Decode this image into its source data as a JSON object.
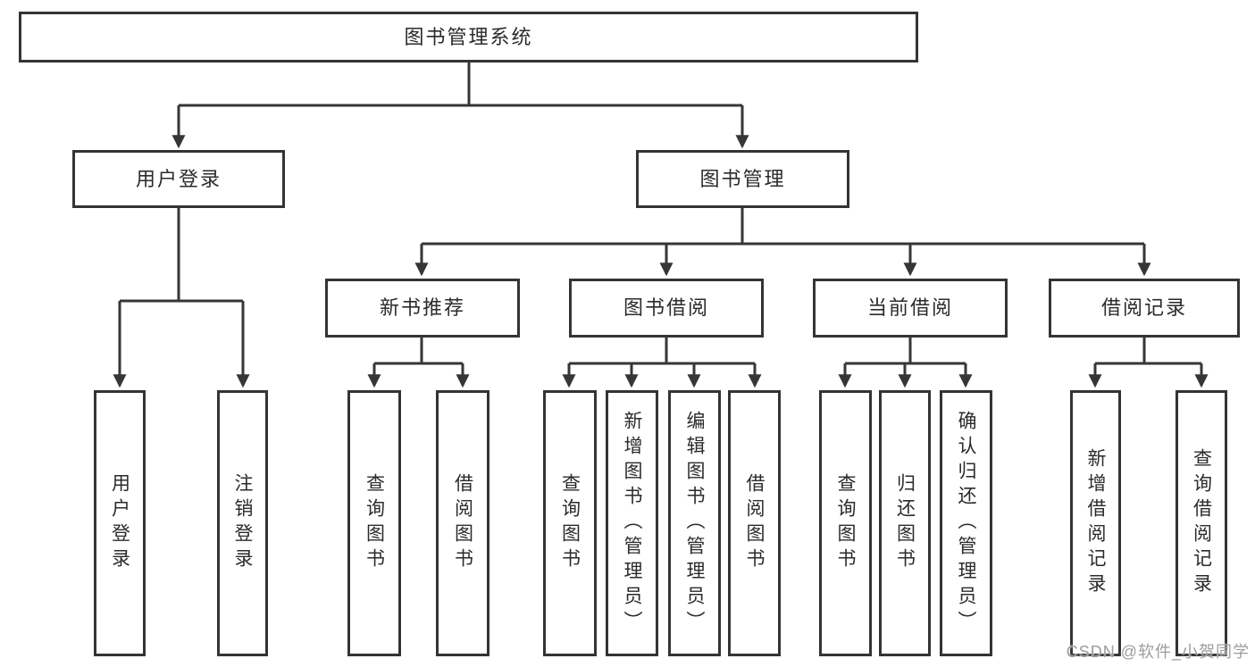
{
  "diagram": {
    "root": {
      "label": "图书管理系统"
    },
    "branches": [
      {
        "label": "用户登录",
        "children": [
          {
            "label": "用户登录"
          },
          {
            "label": "注销登录"
          }
        ]
      },
      {
        "label": "图书管理",
        "children": [
          {
            "label": "新书推荐",
            "children": [
              {
                "label": "查询图书"
              },
              {
                "label": "借阅图书"
              }
            ]
          },
          {
            "label": "图书借阅",
            "children": [
              {
                "label": "查询图书"
              },
              {
                "label": "新增图书（管理员）"
              },
              {
                "label": "编辑图书（管理员）"
              },
              {
                "label": "借阅图书"
              }
            ]
          },
          {
            "label": "当前借阅",
            "children": [
              {
                "label": "查询图书"
              },
              {
                "label": "归还图书"
              },
              {
                "label": "确认归还（管理员）"
              }
            ]
          },
          {
            "label": "借阅记录",
            "children": [
              {
                "label": "新增借阅记录"
              },
              {
                "label": "查询借阅记录"
              }
            ]
          }
        ]
      }
    ]
  },
  "watermark": {
    "text": "CSDN @软件_小贺同学"
  },
  "colors": {
    "line": "#363636",
    "box_border": "#343434",
    "text": "#2b2b2b",
    "watermark": "#9c9c9c",
    "background": "#ffffff"
  }
}
